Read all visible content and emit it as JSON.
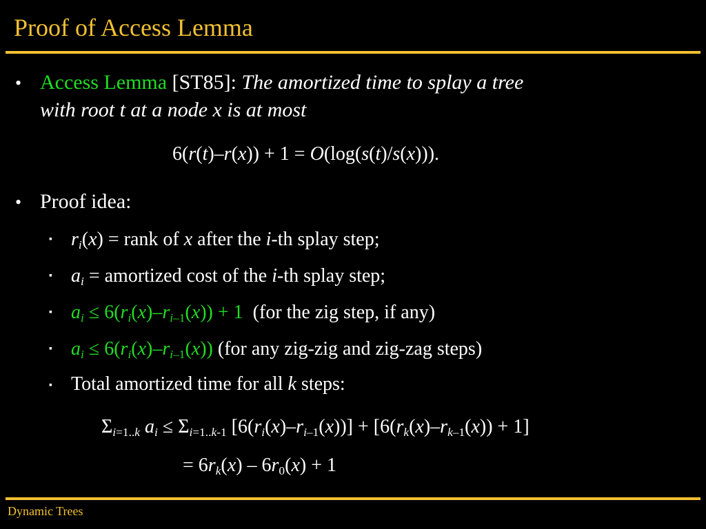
{
  "slide": {
    "title": "Proof of Access Lemma",
    "footer": "Dynamic Trees"
  },
  "bullets": {
    "symbol": "•",
    "sub_symbol": "▪"
  },
  "lemma": {
    "name": "Access Lemma",
    "cite": " [ST85]: ",
    "statement_line1": "The amortized time to splay a tree",
    "statement_line2": "with root t at a node x is at most",
    "formula": "6(r(t)–r(x)) + 1 = O(log(s(t)/s(x)))."
  },
  "proof": {
    "label": "Proof idea:",
    "items": [
      {
        "text": "ri(x) = rank of x after the i-th splay step;"
      },
      {
        "text": "ai = amortized cost of the i-th splay step;"
      },
      {
        "formula": "ai ≤ 6(ri(x)–ri–1(x)) + 1",
        "note": "(for the zig step, if any)"
      },
      {
        "formula": "ai ≤ 6(ri(x)–ri–1(x))",
        "note": "(for any zig-zig and zig-zag steps)"
      },
      {
        "text": "Total amortized time for all k steps:"
      }
    ],
    "sum_line1": "Σi=1..k ai ≤ Σi=1..k-1 [6(ri(x)–ri–1(x))] + [6(rk(x)–rk–1(x)) + 1]",
    "sum_line2": "= 6rk(x) – 6r0(x) + 1"
  },
  "colors": {
    "accent": "#F2C132",
    "highlight": "#22DD22",
    "text": "#FFFFFF",
    "background": "#000000"
  }
}
